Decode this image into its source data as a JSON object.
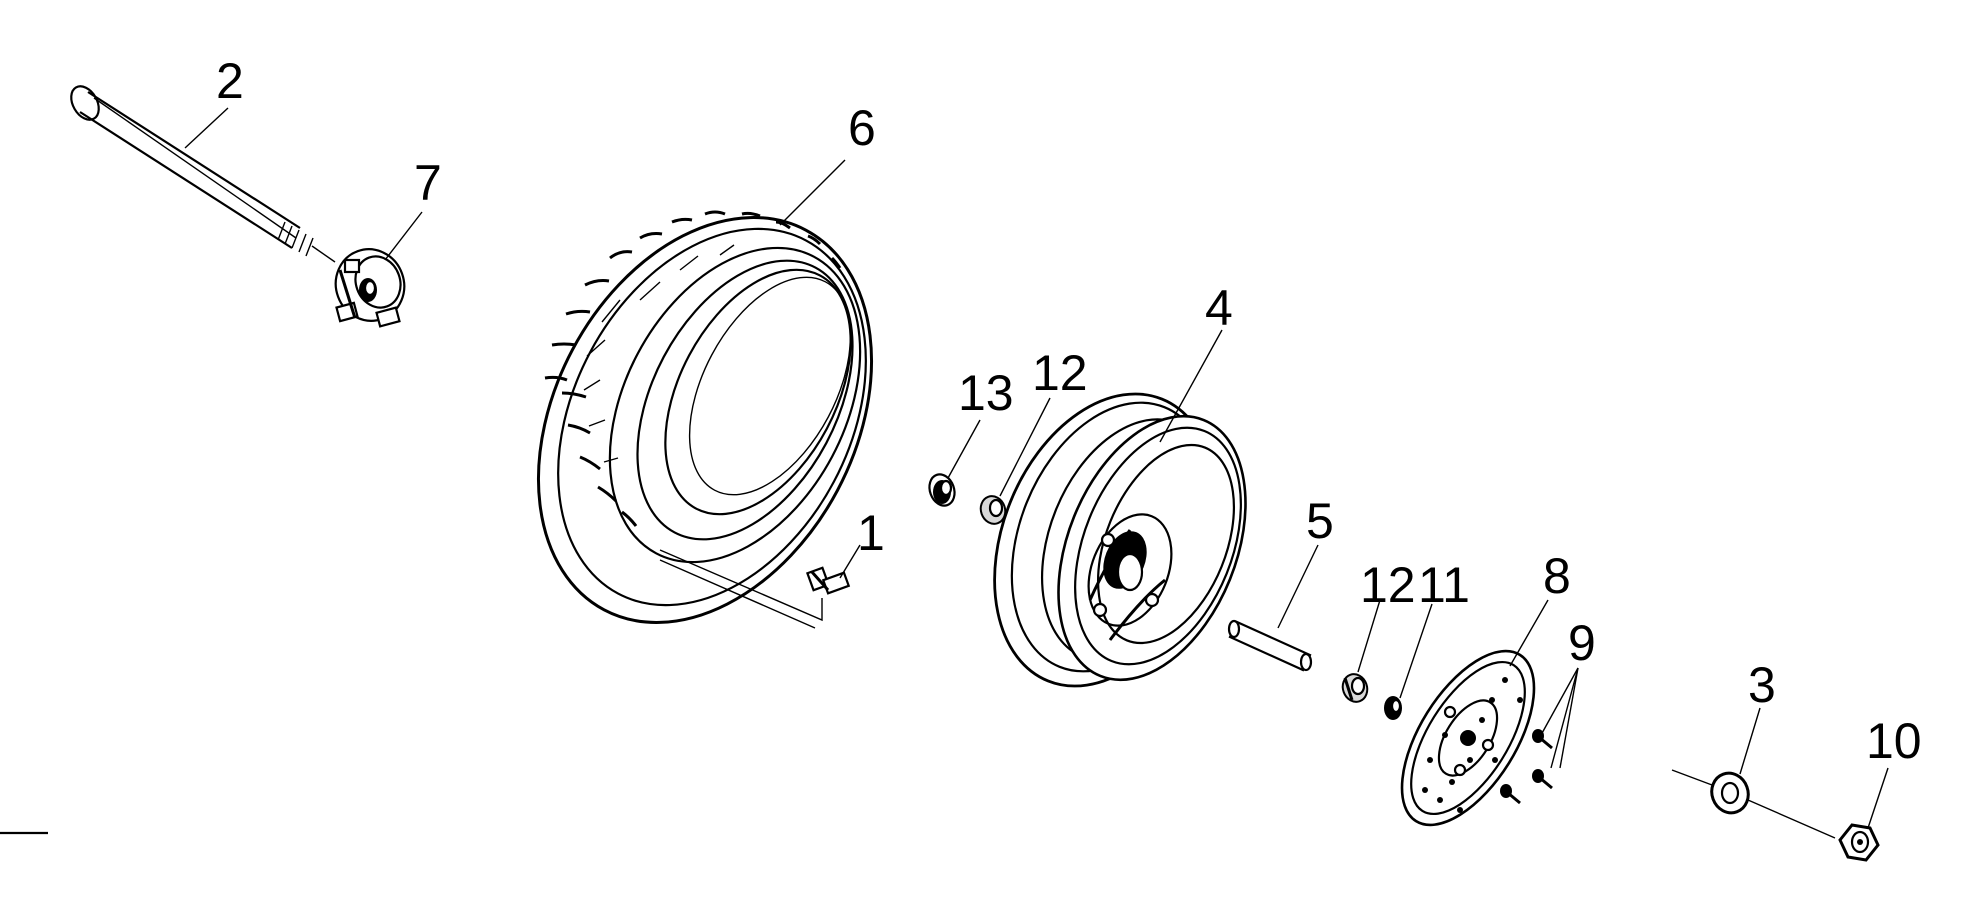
{
  "callouts": {
    "p1": "1",
    "p2": "2",
    "p3": "3",
    "p4": "4",
    "p5": "5",
    "p6": "6",
    "p7": "7",
    "p8": "8",
    "p9": "9",
    "p10": "10",
    "p11": "11",
    "p12a": "12",
    "p12b": "12",
    "p13": "13"
  },
  "icons": [
    "axle-icon",
    "speedometer-gear-icon",
    "tire-icon",
    "valve-icon",
    "rim-icon",
    "spacer-icon",
    "bearing-icon",
    "oil-seal-icon",
    "brake-disc-icon",
    "bolt-icon",
    "washer-icon",
    "nut-icon"
  ]
}
